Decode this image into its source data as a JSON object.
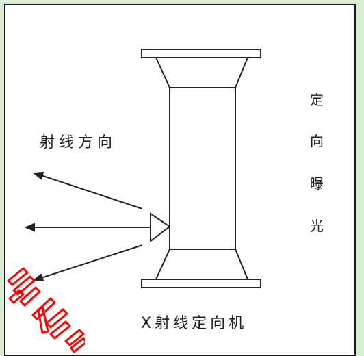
{
  "diagram": {
    "ray_direction_label": "射线方向",
    "exposure_chars": [
      "定",
      "向",
      "曝",
      "光"
    ],
    "caption": "X射线定向机"
  },
  "watermark": {
    "text": "请有限",
    "color": "#ff0000"
  }
}
